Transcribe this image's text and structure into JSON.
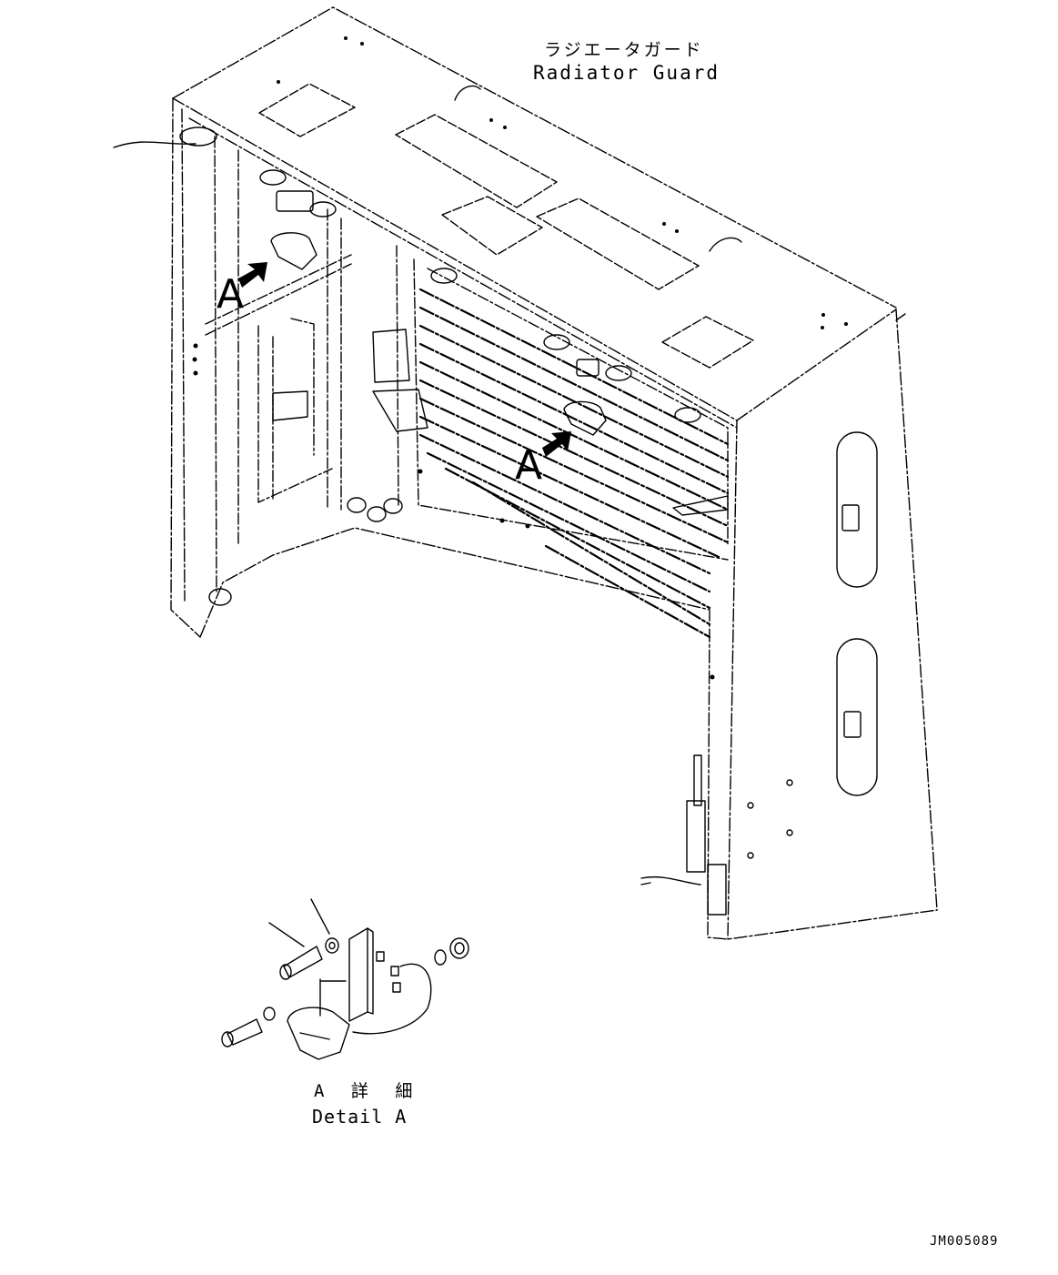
{
  "title": {
    "japanese": "ラジエータガード",
    "english": "Radiator Guard"
  },
  "callouts": {
    "left": "A",
    "right": "A"
  },
  "detail": {
    "japanese": "A 詳 細",
    "english": "Detail A"
  },
  "drawing_code": "JM005089"
}
